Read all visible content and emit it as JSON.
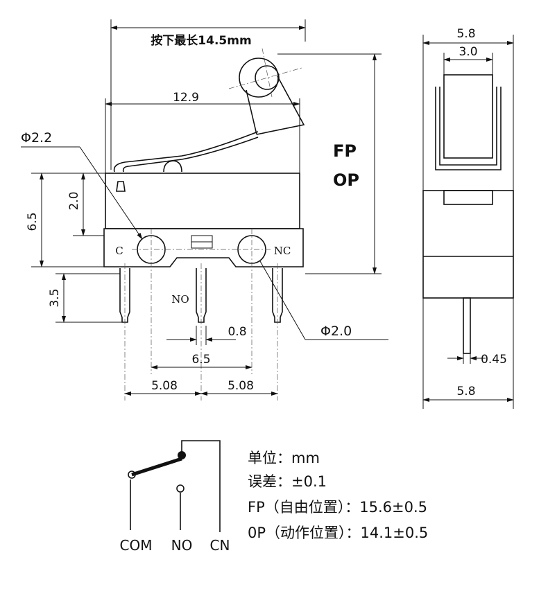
{
  "front_view": {
    "max_press_length": "按下最长14.5mm",
    "body_length": "12.9",
    "hole_large": "Φ2.2",
    "hole_small": "Φ2.0",
    "height_total": "6.5",
    "height_upper": "2.0",
    "pin_length": "3.5",
    "pin_width": "0.8",
    "hole_spacing": "6.5",
    "pin_pitch_left": "5.08",
    "pin_pitch_right": "5.08",
    "fp_label": "FP",
    "op_label": "OP",
    "terminal_c": "C",
    "terminal_nc": "NC",
    "terminal_no": "NO"
  },
  "side_view": {
    "width_top": "5.8",
    "roller_width": "3.0",
    "pin_thickness": "0.45",
    "width_bottom": "5.8"
  },
  "schematic": {
    "labels": [
      "COM",
      "NO",
      "CN"
    ]
  },
  "specs": {
    "unit": "单位：mm",
    "tolerance": "误差：±0.1",
    "fp": "FP（自由位置）：15.6±0.5",
    "op": "0P（动作位置）：14.1±0.5"
  }
}
